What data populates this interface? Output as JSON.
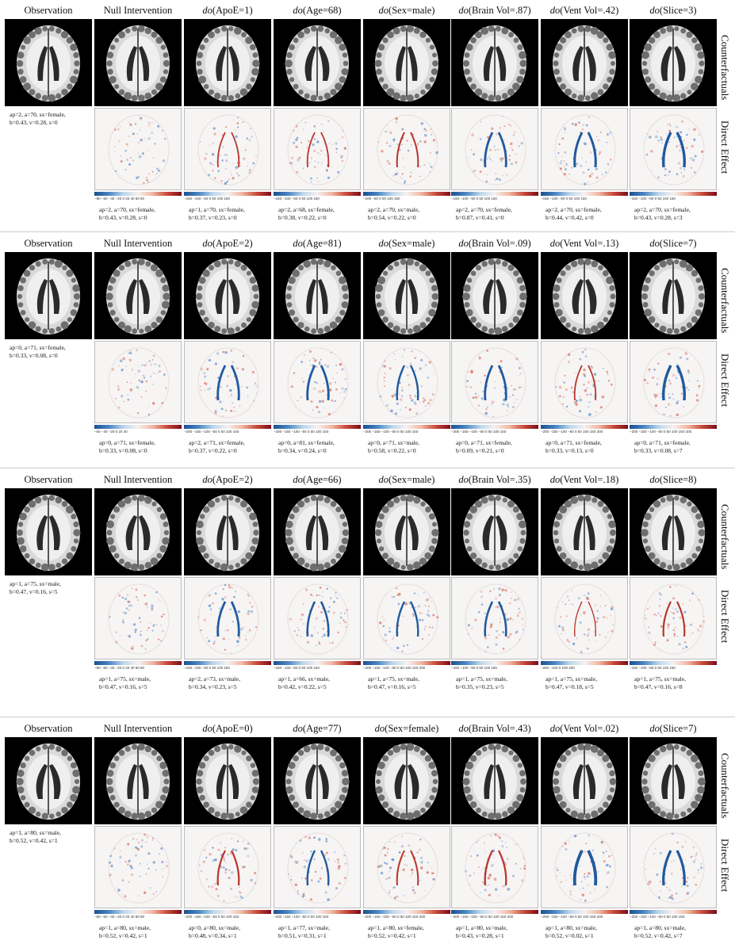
{
  "side_labels": {
    "top": "Counterfactuals",
    "bottom": "Direct Effect"
  },
  "rows": [
    {
      "headers": [
        "Observation",
        "Null Intervention",
        "ApoE=1)",
        "Age=68)",
        "Sex=male)",
        "Brain Vol=.87)",
        "Vent Vol=.42)",
        "Slice=3)"
      ],
      "obs_caption": [
        "ap=2, a=70, sx=female,",
        "b=0.43, v=0.28, s=0"
      ],
      "captions": [
        [
          "ap=2, a=70, sx=female,",
          "b=0.43, v=0.28, s=0"
        ],
        [
          "ap=1, a=70, sx=female,",
          "b=0.37, v=0.23, s=0"
        ],
        [
          "ap=2, a=68, sx=female,",
          "b=0.38, v=0.22, s=0"
        ],
        [
          "ap=2, a=70, sx=male,",
          "b=0.54, v=0.22, s=0"
        ],
        [
          "ap=2, a=70, sx=female,",
          "b=0.87, v=0.41, s=0"
        ],
        [
          "ap=2, a=70, sx=female,",
          "b=0.44, v=0.42, s=0"
        ],
        [
          "ap=2, a=70, sx=female,",
          "b=0.43, v=0.28, s=3"
        ]
      ],
      "ticks": [
        "−80 −60 −40 −20 0 20 40 60 80",
        "−150 −100 −50 0 50 100 150",
        "−150 −100 −50 0 50 100 150",
        "−100 −50 0 50 100 150",
        "−150 −100 −50 0 50 100 150",
        "−150 −100 −50 0 50 100 150",
        "−150 −100 −50 0 50 100 150"
      ]
    },
    {
      "headers": [
        "Observation",
        "Null Intervention",
        "ApoE=2)",
        "Age=81)",
        "Sex=male)",
        "Brain Vol=.09)",
        "Vent Vol=.13)",
        "Slice=7)"
      ],
      "obs_caption": [
        "ap=0, a=71, sx=female,",
        "b=0.33, v=0.08, s=0"
      ],
      "captions": [
        [
          "ap=0, a=71, sx=female,",
          "b=0.33, v=0.08, s=0"
        ],
        [
          "ap=2, a=71, sx=female,",
          "b=0.37, v=0.22, s=0"
        ],
        [
          "ap=0, a=81, sx=female,",
          "b=0.34, v=0.24, s=0"
        ],
        [
          "ap=0, a=71, sx=male,",
          "b=0.58, v=0.22, s=0"
        ],
        [
          "ap=0, a=71, sx=female,",
          "b=0.09, v=0.21, s=0"
        ],
        [
          "ap=0, a=71, sx=female,",
          "b=0.33, v=0.13, s=0"
        ],
        [
          "ap=0, a=71, sx=female,",
          "b=0.33, v=0.08, s=7"
        ]
      ],
      "ticks": [
        "−60 −40 −20 0 20 40",
        "−200 −150 −100 −50 0 50 100 150",
        "−200 −150 −100 −50 0 50 100 150",
        "−200 −150 −100 −50 0 50 100 150",
        "−200 −150 −100 −50 0 50 100 150",
        "−200 −150 −100 −50 0 50 100 150 200",
        "−200 −150 −100 −50 0 50 100 150 200"
      ]
    },
    {
      "headers": [
        "Observation",
        "Null Intervention",
        "ApoE=2)",
        "Age=66)",
        "Sex=male)",
        "Brain Vol=.35)",
        "Vent Vol=.18)",
        "Slice=8)"
      ],
      "obs_caption": [
        "ap=1, a=75, sx=male,",
        "b=0.47, v=0.16, s=5"
      ],
      "captions": [
        [
          "ap=1, a=75, sx=male,",
          "b=0.47, v=0.16, s=5"
        ],
        [
          "ap=2, a=73, sx=male,",
          "b=0.34, v=0.23, s=5"
        ],
        [
          "ap=1, a=66, sx=male,",
          "b=0.42, v=0.22, s=5"
        ],
        [
          "ap=1, a=75, sx=male,",
          "b=0.47, v=0.16, s=5"
        ],
        [
          "ap=1, a=75, sx=male,",
          "b=0.35, v=0.23, s=5"
        ],
        [
          "ap=1, a=75, sx=male,",
          "b=0.47, v=0.18, s=5"
        ],
        [
          "ap=1, a=75, sx=male,",
          "b=0.47, v=0.16, s=8"
        ]
      ],
      "ticks": [
        "−80 −60 −40 −20 0 20 40 60 80",
        "−150 −100 −50 0 50 100 150",
        "−150 −100 −50 0 50 100 150",
        "−200 −150 −100 −50 0 50 100 150 200",
        "−150 −100 −50 0 50 100 150",
        "−200 −100 0 100 200",
        "−150 −100 −50 0 50 100 150"
      ]
    },
    {
      "headers": [
        "Observation",
        "Null Intervention",
        "ApoE=0)",
        "Age=77)",
        "Sex=female)",
        "Brain Vol=.43)",
        "Vent Vol=.02)",
        "Slice=7)"
      ],
      "obs_caption": [
        "ap=1, a=80, sx=male,",
        "b=0.52, v=0.42, s=1"
      ],
      "captions": [
        [
          "ap=1, a=80, sx=male,",
          "b=0.52, v=0.42, s=1"
        ],
        [
          "ap=0, a=80, sx=male,",
          "b=0.48, v=0.34, s=1"
        ],
        [
          "ap=1, a=77, sx=male,",
          "b=0.51, v=0.31, s=1"
        ],
        [
          "ap=1, a=80, sx=female,",
          "b=0.52, v=0.42, s=1"
        ],
        [
          "ap=1, a=80, sx=male,",
          "b=0.43, v=0.28, s=1"
        ],
        [
          "ap=1, a=80, sx=male,",
          "b=0.52, v=0.02, s=1"
        ],
        [
          "ap=1, a=80, sx=male,",
          "b=0.52, v=0.42, s=7"
        ]
      ],
      "ticks": [
        "−80 −60 −40 −20 0 20 40 60 80",
        "−200 −150 −100 −50 0 50 100 150",
        "−200 −150 −100 −50 0 50 100 150",
        "−200 −150 −100 −50 0 50 100 150 200",
        "−200 −150 −100 −50 0 50 100 150 200",
        "−200 −150 −100 −50 0 50 100 150 200",
        "−200 −150 −100 −50 0 50 100 150"
      ]
    }
  ]
}
